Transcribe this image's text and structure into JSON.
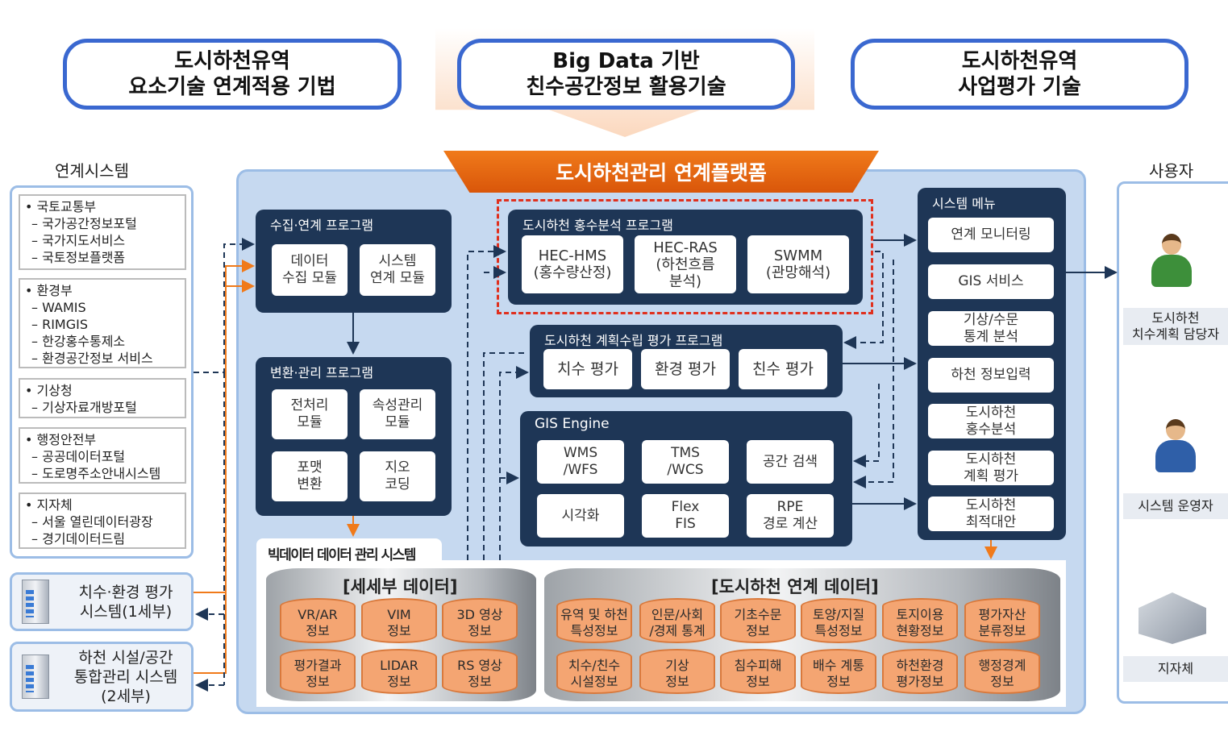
{
  "top_boxes": [
    "도시하천유역\n요소기술 연계적용 기법",
    "Big Data 기반\n친수공간정보 활용기술",
    "도시하천유역\n사업평가 기술"
  ],
  "left": {
    "title": "연계시스템",
    "sources": [
      {
        "org": "국토교통부",
        "items": [
          "국가공간정보포털",
          "국가지도서비스",
          "국토정보플랫폼"
        ]
      },
      {
        "org": "환경부",
        "items": [
          "WAMIS",
          "RIMGIS",
          "한강홍수통제소",
          "환경공간정보 서비스"
        ]
      },
      {
        "org": "기상청",
        "items": [
          "기상자료개방포털"
        ]
      },
      {
        "org": "행정안전부",
        "items": [
          "공공데이터포털",
          "도로명주소안내시스템"
        ]
      },
      {
        "org": "지자체",
        "items": [
          "서울 열린데이터광장",
          "경기데이터드림"
        ]
      }
    ],
    "systems": [
      "치수·환경 평가\n시스템(1세부)",
      "하천 시설/공간\n통합관리 시스템\n(2세부)"
    ]
  },
  "platform": {
    "title": "도시하천관리 연계플랫폼",
    "collect": {
      "title": "수집·연계 프로그램",
      "modules": [
        "데이터\n수집 모듈",
        "시스템\n연계 모듈"
      ]
    },
    "transform": {
      "title": "변환·관리 프로그램",
      "modules": [
        "전처리\n모듈",
        "속성관리\n모듈",
        "포맷\n변환",
        "지오\n코딩"
      ]
    },
    "flood": {
      "title": "도시하천 홍수분석 프로그램",
      "modules": [
        "HEC-HMS\n(홍수량산정)",
        "HEC-RAS\n(하천흐름\n분석)",
        "SWMM\n(관망해석)"
      ]
    },
    "plan": {
      "title": "도시하천 계획수립 평가 프로그램",
      "modules": [
        "치수 평가",
        "환경 평가",
        "친수 평가"
      ]
    },
    "gis": {
      "title": "GIS Engine",
      "modules": [
        "WMS\n/WFS",
        "TMS\n/WCS",
        "공간 검색",
        "시각화",
        "Flex\nFIS",
        "RPE\n경로 계산"
      ]
    },
    "menu": {
      "title": "시스템 메뉴",
      "items": [
        "연계 모니터링",
        "GIS 서비스",
        "기상/수문\n통계 분석",
        "하천 정보입력",
        "도시하천\n홍수분석",
        "도시하천\n계획 평가",
        "도시하천\n최적대안"
      ]
    },
    "bigdata": {
      "title": "빅데이터 데이터 관리 시스템",
      "sub_title": "[세세부 데이터]",
      "sub_items": [
        "VR/AR\n정보",
        "VIM\n정보",
        "3D 영상\n정보",
        "평가결과\n정보",
        "LIDAR\n정보",
        "RS 영상\n정보"
      ],
      "link_title": "[도시하천 연계 데이터]",
      "link_items": [
        "유역 및 하천\n특성정보",
        "인문/사회\n/경제 통계",
        "기초수문\n정보",
        "토양/지질\n특성정보",
        "토지이용\n현황정보",
        "평가자산\n분류정보",
        "치수/친수\n시설정보",
        "기상\n정보",
        "침수피해\n정보",
        "배수 계통\n정보",
        "하천환경\n평가정보",
        "행정경계\n정보"
      ]
    }
  },
  "users": {
    "title": "사용자",
    "items": [
      "도시하천\n치수계획 담당자",
      "시스템 운영자",
      "지자체"
    ]
  },
  "colors": {
    "accent_blue": "#3a68d0",
    "navy": "#1e3656",
    "orange": "#f07a1a",
    "red_dashed": "#e0301e"
  }
}
